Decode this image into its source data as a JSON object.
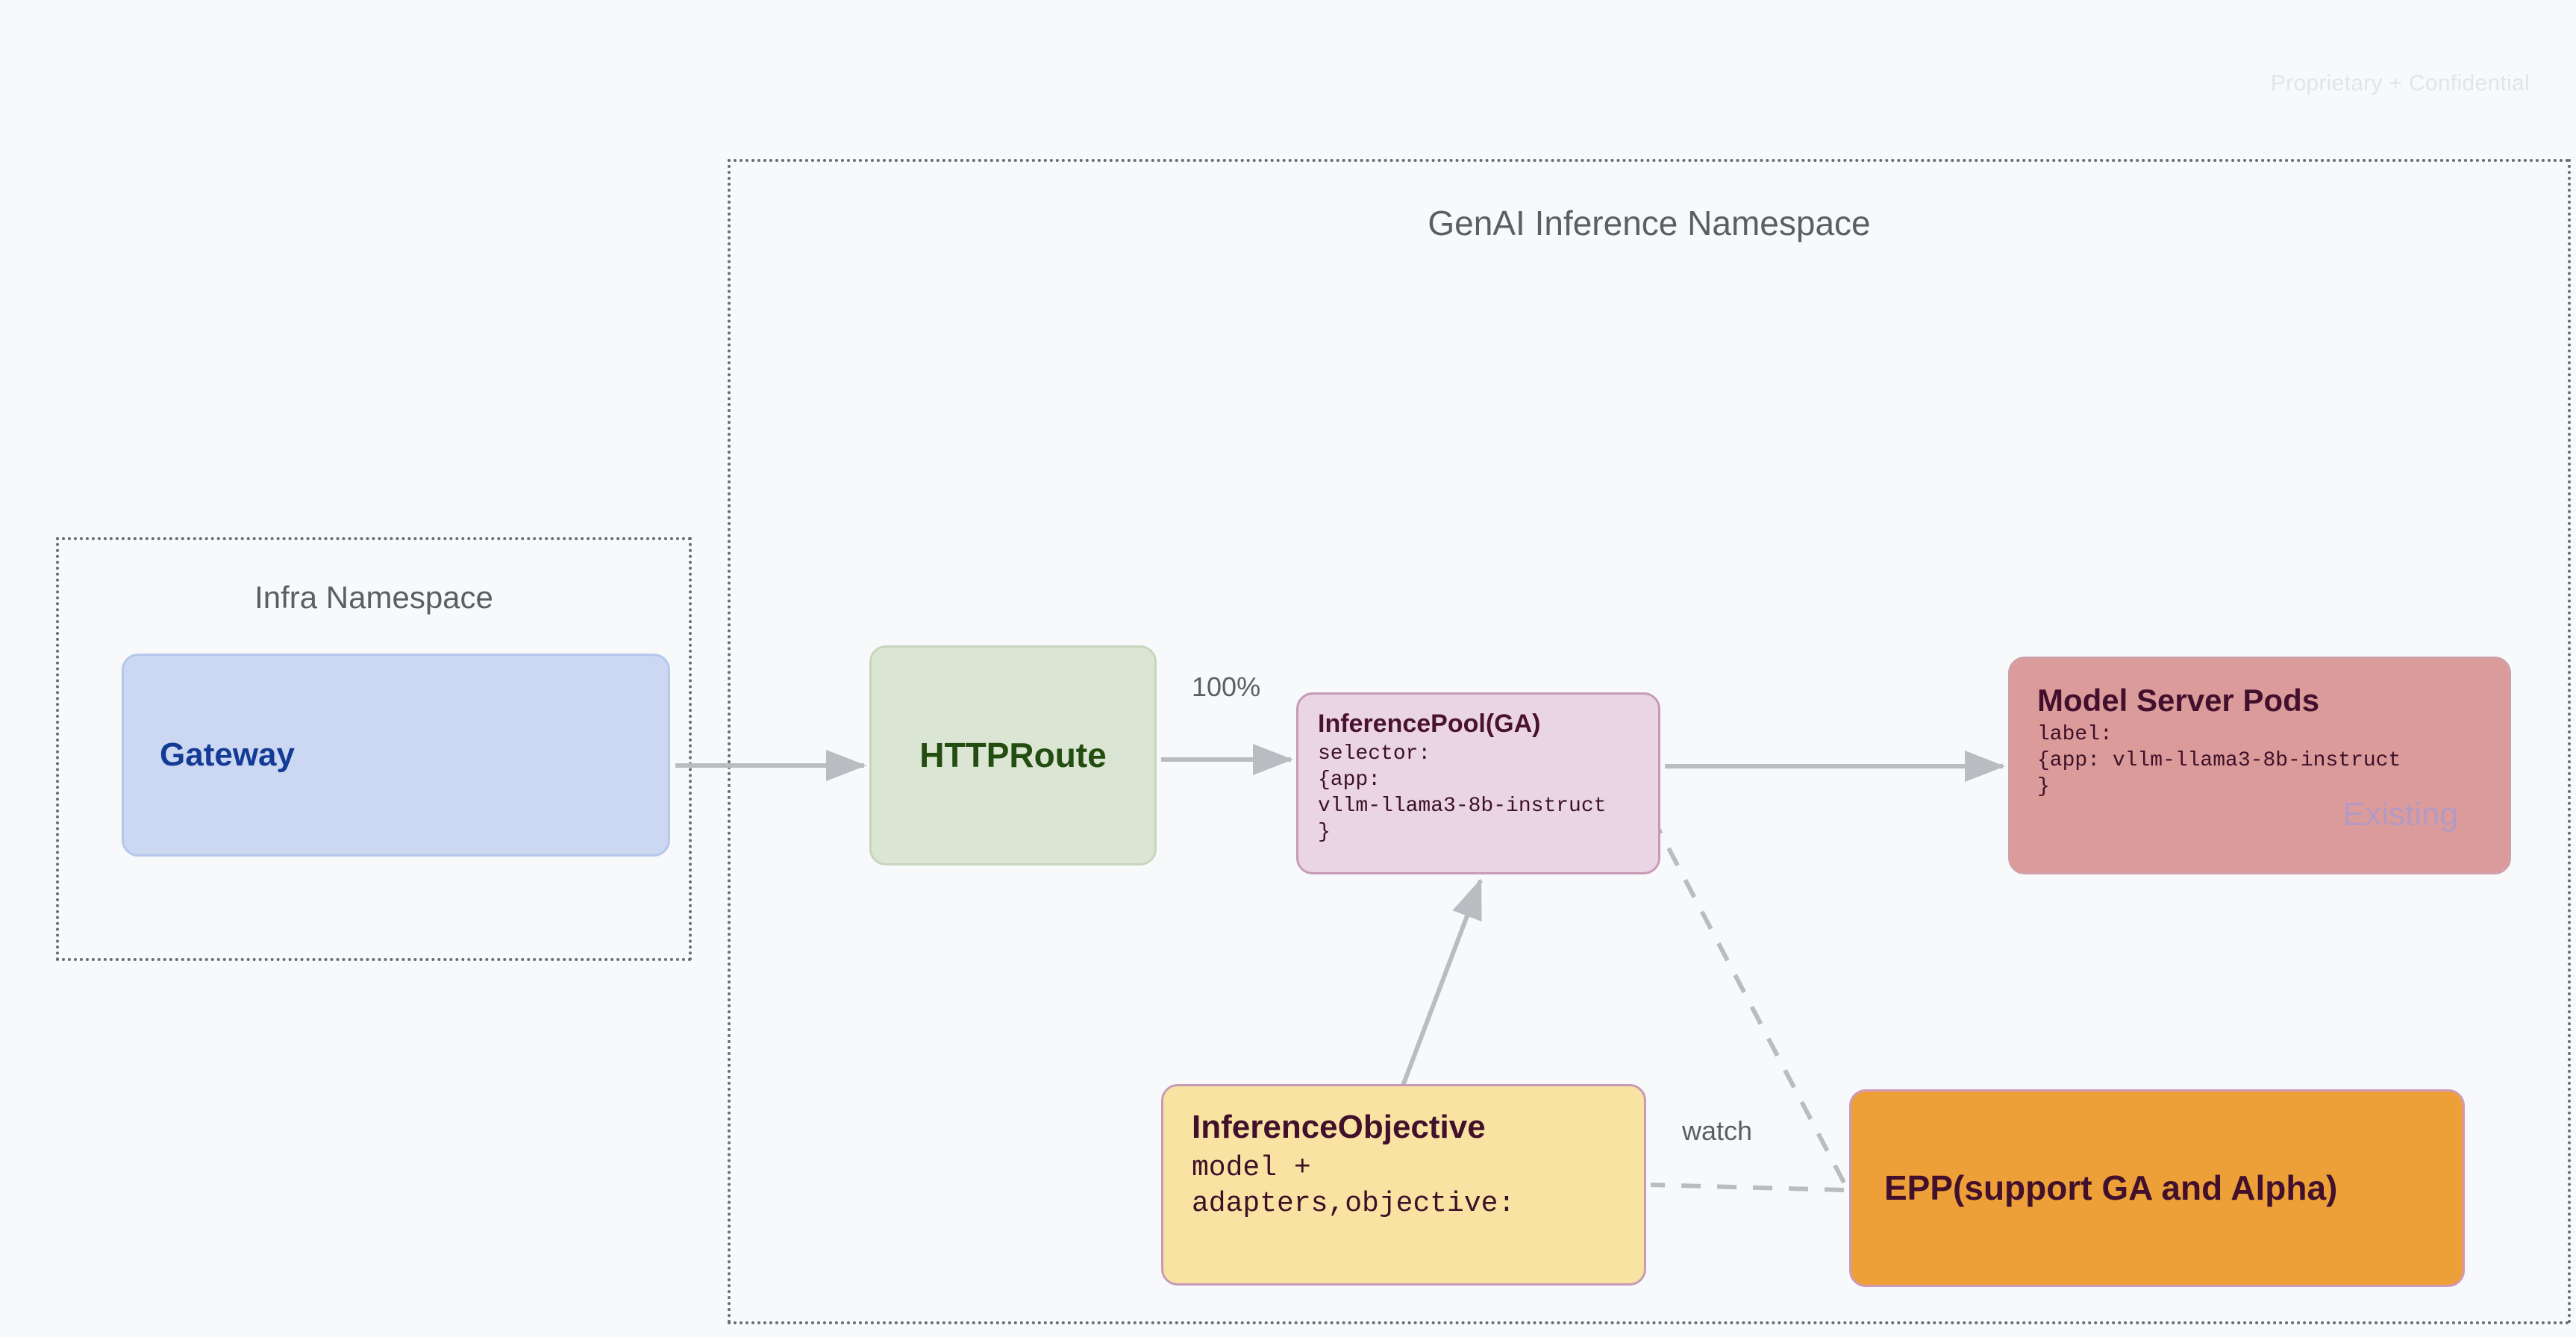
{
  "watermark": "Proprietary + Confidential",
  "namespaces": [
    {
      "id": "genai",
      "title": "GenAI Inference Namespace"
    },
    {
      "id": "infra",
      "title": "Infra Namespace"
    }
  ],
  "nodes": {
    "gateway": {
      "title": "Gateway"
    },
    "httproute": {
      "title": "HTTPRoute"
    },
    "inferencepool": {
      "title": "InferencePool(GA)",
      "body": "selector:\n{app:\nvllm-llama3-8b-instruct\n}"
    },
    "modelserver": {
      "title": "Model Server Pods",
      "body": "label:\n{app: vllm-llama3-8b-instruct\n}",
      "badge": "Existing"
    },
    "inferenceobjective": {
      "title": "InferenceObjective",
      "body": "model +\nadapters,objective:"
    },
    "epp": {
      "title": "EPP(support GA and Alpha)"
    }
  },
  "edges": {
    "traffic_split_label": "100%",
    "watch_label": "watch"
  },
  "colors": {
    "background": "#f7f9fb",
    "gateway_fill": "#ccd8f2",
    "gateway_text": "#133a95",
    "httproute_fill": "#dbe5d3",
    "httproute_text": "#234d10",
    "inferencepool_fill": "#ead5e2",
    "modelserver_fill": "#dc9b9b",
    "inferenceobjective_fill": "#f9e3a2",
    "epp_fill": "#eda038",
    "edge_stroke": "#b9bcc0",
    "namespace_border": "#666d75"
  }
}
